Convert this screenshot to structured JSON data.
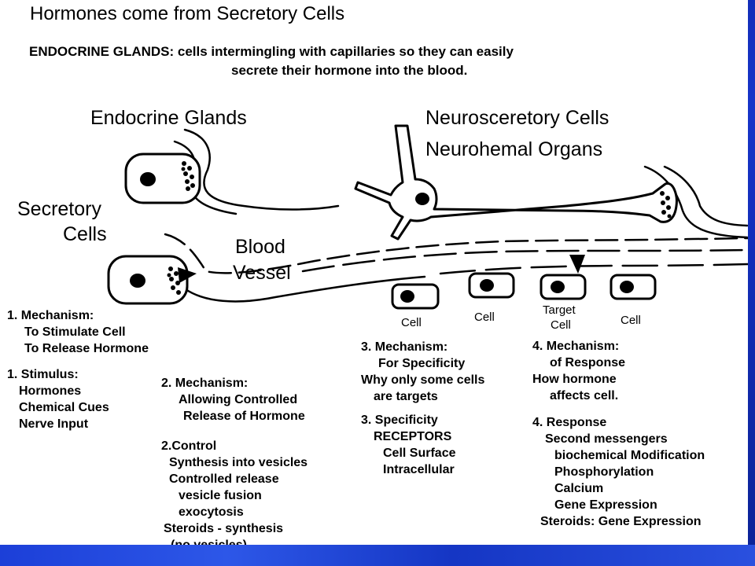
{
  "slide": {
    "title": "Hormones come from Secretory Cells",
    "subtitle_line1": "ENDOCRINE GLANDS: cells intermingling with capillaries so they can easily",
    "subtitle_line2": "secrete their hormone into the blood."
  },
  "labels": {
    "endocrine_glands": "Endocrine Glands",
    "neurosecretory_cells": "Neurosceretory Cells",
    "neurohemal_organs": "Neurohemal Organs",
    "secretory_cells_1": "Secretory",
    "secretory_cells_2": "Cells",
    "blood": "Blood",
    "vessel": "Vessel",
    "cell_1": "Cell",
    "cell_2": "Cell",
    "target_1": "Target",
    "target_2": "Cell",
    "cell_4": "Cell"
  },
  "blocks": {
    "mechanism1": [
      "1. Mechanism:",
      "   To Stimulate Cell",
      "   To Release Hormone"
    ],
    "stimulus1": [
      "1. Stimulus:",
      "   Hormones",
      "   Chemical Cues",
      "   Nerve Input"
    ],
    "mechanism2": [
      "2. Mechanism:",
      "    Allowing Controlled",
      "     Release of Hormone"
    ],
    "control2": [
      "2.Control",
      "   Synthesis into vesicles",
      "   Controlled release",
      "     vesicle fusion",
      "     exocytosis",
      "  Steroids - synthesis",
      "    (no vesicles)"
    ],
    "mechanism3": [
      "3. Mechanism:",
      "   For Specificity",
      "Why only some cells",
      "   are targets"
    ],
    "specificity3": [
      "3. Specificity",
      "   RECEPTORS",
      "     Cell Surface",
      "     Intracellular"
    ],
    "mechanism4": [
      "4. Mechanism:",
      "    of Response",
      "How hormone",
      "    affects cell."
    ],
    "response4": [
      "4. Response",
      "   Second messengers",
      "     biochemical Modification",
      "     Phosphorylation",
      "     Calcium",
      "     Gene Expression",
      "  Steroids: Gene Expression"
    ]
  }
}
